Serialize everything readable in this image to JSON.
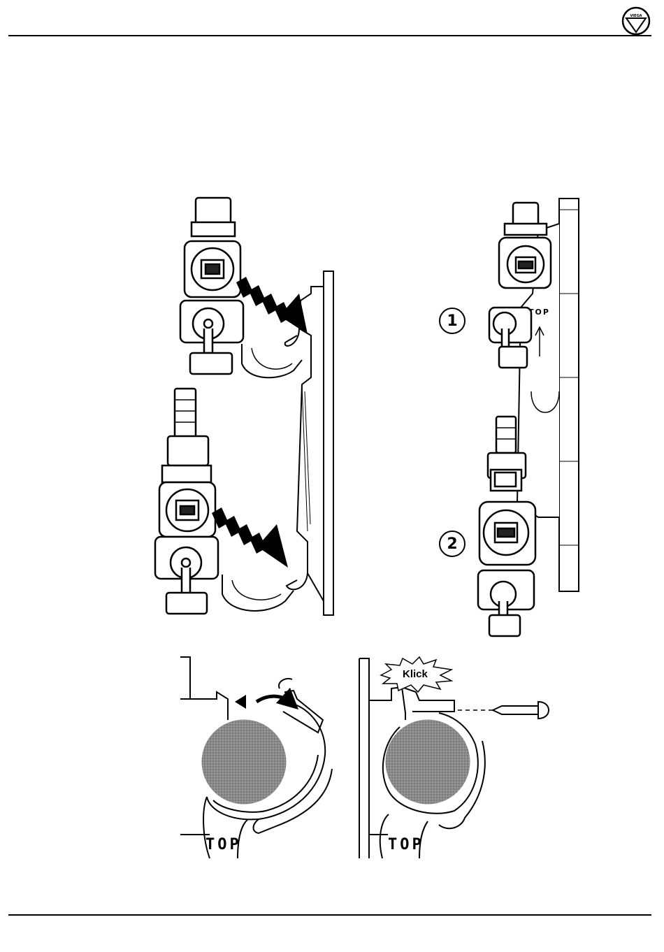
{
  "logo": {
    "text": "VIEGA",
    "icon": "brand-logo-icon"
  },
  "figure": {
    "callouts": [
      "1",
      "2"
    ],
    "top_label": "TOP",
    "klick_label": "Klick"
  }
}
